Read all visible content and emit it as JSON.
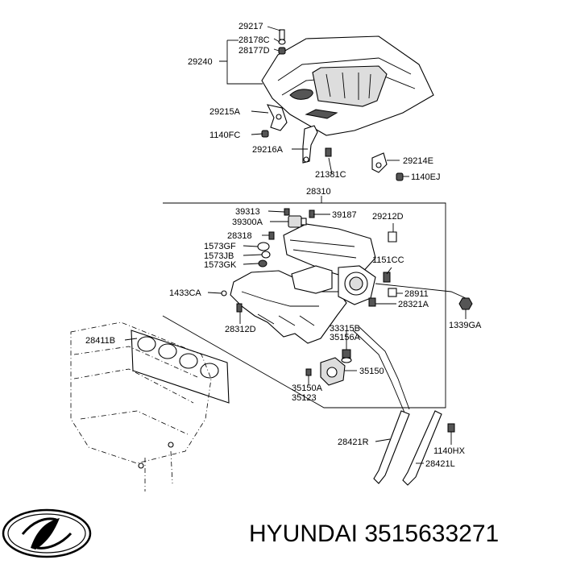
{
  "parts": {
    "p29217": "29217",
    "p28178C": "28178C",
    "p28177D": "28177D",
    "p29240": "29240",
    "p29215A": "29215A",
    "p1140FC": "1140FC",
    "p29216A": "29216A",
    "p21381C": "21381C",
    "p29214E": "29214E",
    "p1140EJ": "1140EJ",
    "p28310": "28310",
    "p39313": "39313",
    "p39300A": "39300A",
    "p39187": "39187",
    "p29212D": "29212D",
    "p28318": "28318",
    "p1573GF": "1573GF",
    "p1573JB": "1573JB",
    "p1573GK": "1573GK",
    "p1151CC": "1151CC",
    "p1433CA": "1433CA",
    "p28911": "28911",
    "p28321A": "28321A",
    "p1339GA": "1339GA",
    "p28312D": "28312D",
    "p33315B": "33315B",
    "p35156A": "35156A",
    "p28411B": "28411B",
    "p35150": "35150",
    "p35150A": "35150A",
    "p35123": "35123",
    "p28421R": "28421R",
    "p1140HX": "1140HX",
    "p28421L": "28421L"
  },
  "brand": {
    "caption": "HYUNDAI 3515633271",
    "logo_name": "hyundai-logo"
  }
}
